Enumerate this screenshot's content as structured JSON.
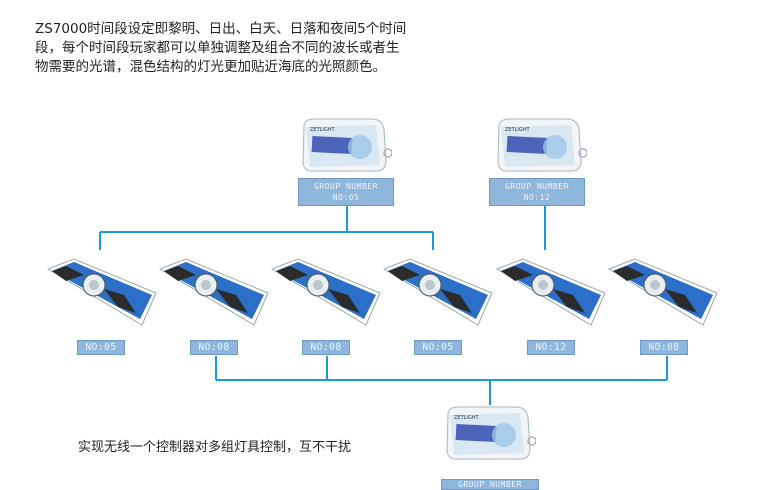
{
  "description": {
    "lines": [
      "ZS7000时间段设定即黎明、日出、白天、日落和夜间5个时间",
      "段，每个时间段玩家都可以单独调整及组合不同的波长或者生",
      "物需要的光谱，混色结构的灯光更加贴近海底的光照颜色。"
    ]
  },
  "controllers": [
    {
      "brand": "ZETLIGHT",
      "lcd_title": "GROUP NUMBER",
      "lcd_value": "NO:05"
    },
    {
      "brand": "ZETLIGHT",
      "lcd_title": "GROUP NUMBER",
      "lcd_value": "NO:12"
    },
    {
      "brand": "ZETLIGHT",
      "lcd_title": "GROUP NUMBER",
      "lcd_value": ""
    }
  ],
  "lamps": [
    {
      "label": "NO:05"
    },
    {
      "label": "NO:08"
    },
    {
      "label": "NO:08"
    },
    {
      "label": "NO:05"
    },
    {
      "label": "NO:12"
    },
    {
      "label": "NO:08"
    }
  ],
  "footer_note": "实现无线一个控制器对多组灯具控制，互不干扰",
  "colors": {
    "wire": "#1a9ad6",
    "lcd_bg": "#8fb7dc",
    "lamp_blue": "#2b6fc9",
    "lamp_dark": "#2b2b2b"
  }
}
